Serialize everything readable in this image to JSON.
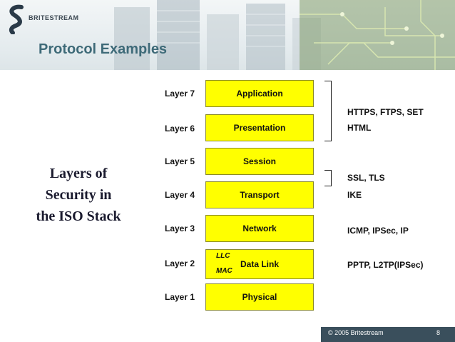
{
  "brand": "BRITESTREAM",
  "title": "Protocol Examples",
  "side_text": [
    "Layers of",
    "Security in",
    "the ISO Stack"
  ],
  "layers": [
    {
      "label": "Layer 7",
      "name": "Application"
    },
    {
      "label": "Layer 6",
      "name": "Presentation"
    },
    {
      "label": "Layer 5",
      "name": "Session"
    },
    {
      "label": "Layer 4",
      "name": "Transport"
    },
    {
      "label": "Layer 3",
      "name": "Network"
    },
    {
      "label": "Layer 2",
      "name": "Data Link",
      "sub_top": "LLC",
      "sub_bottom": "MAC"
    },
    {
      "label": "Layer 1",
      "name": "Physical"
    }
  ],
  "protocols": {
    "https": "HTTPS, FTPS, SET",
    "html": "HTML",
    "ssl": "SSL, TLS",
    "ike": "IKE",
    "network": "ICMP, IPSec, IP",
    "datalink": "PPTP,  L2TP(IPSec)"
  },
  "footer": {
    "copyright": "© 2005 Britestream",
    "page": "8"
  },
  "colors": {
    "box_fill": "#ffff00",
    "title": "#3e6a78",
    "footer_bar": "#3a4f5c"
  }
}
